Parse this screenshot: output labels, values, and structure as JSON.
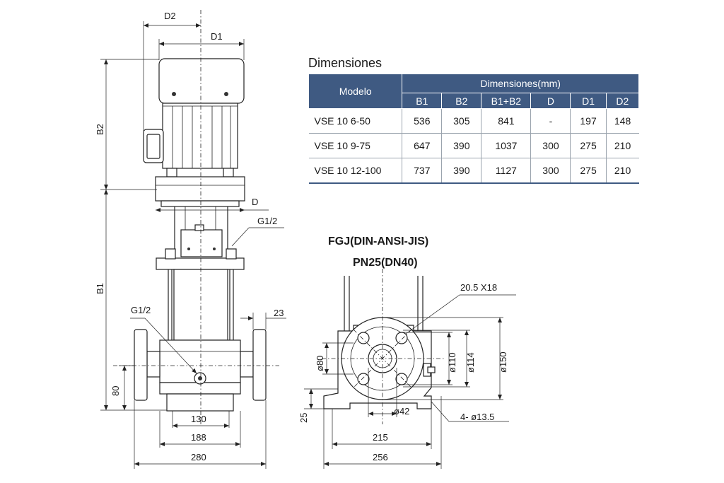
{
  "table": {
    "title": "Dimensiones",
    "model_header": "Modelo",
    "group_header": "Dimensiones(mm)",
    "columns": [
      "B1",
      "B2",
      "B1+B2",
      "D",
      "D1",
      "D2"
    ],
    "rows": [
      {
        "model": "VSE 10 6-50",
        "values": [
          "536",
          "305",
          "841",
          "-",
          "197",
          "148"
        ]
      },
      {
        "model": "VSE 10 9-75",
        "values": [
          "647",
          "390",
          "1037",
          "300",
          "275",
          "210"
        ]
      },
      {
        "model": "VSE 10 12-100",
        "values": [
          "737",
          "390",
          "1127",
          "300",
          "275",
          "210"
        ]
      }
    ],
    "header_color": "#3f5a82"
  },
  "side_view": {
    "d2": "D2",
    "d1": "D1",
    "b2": "B2",
    "b1": "B1",
    "d": "D",
    "g_top": "G1/2",
    "g_bottom": "G1/2",
    "flange_thk": "23",
    "height_80": "80",
    "w130": "130",
    "w188": "188",
    "w280": "280"
  },
  "flange_view": {
    "title_line1": "FGJ(DIN-ANSI-JIS)",
    "title_line2": "PN25(DN40)",
    "holes": "20.5 X18",
    "phi80": "ø80",
    "phi110": "ø110",
    "phi114": "ø114",
    "phi150": "ø150",
    "phi42": "ø42",
    "base_holes": "4- ø13.5",
    "h25": "25",
    "w215": "215",
    "w256": "256"
  }
}
